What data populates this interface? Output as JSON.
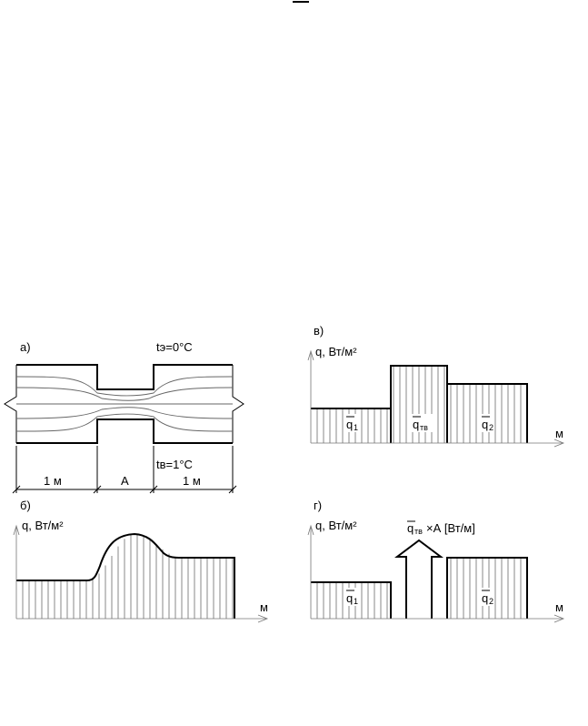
{
  "top_mark": "",
  "panel_a": {
    "label": "а)",
    "t_outer": "tэ=0°C",
    "t_inner": "tв=1°C",
    "dim_left": "1 м",
    "dim_mid": "А",
    "dim_right": "1 м"
  },
  "panel_b": {
    "label": "б)",
    "y_axis": "q, Вт/м²",
    "x_axis": "м"
  },
  "panel_v": {
    "label": "в)",
    "y_axis": "q, Вт/м²",
    "x_axis": "м",
    "q1": "q",
    "q1_sub": "1",
    "qmid": "q",
    "qmid_sub": "тв",
    "q2": "q",
    "q2_sub": "2"
  },
  "panel_g": {
    "label": "г)",
    "y_axis": "q, Вт/м²",
    "x_axis": "м",
    "q1": "q",
    "q1_sub": "1",
    "q2": "q",
    "q2_sub": "2",
    "arrow_q": "q",
    "arrow_sub": "тв",
    "arrow_rest": "×А [Вт/м]"
  }
}
